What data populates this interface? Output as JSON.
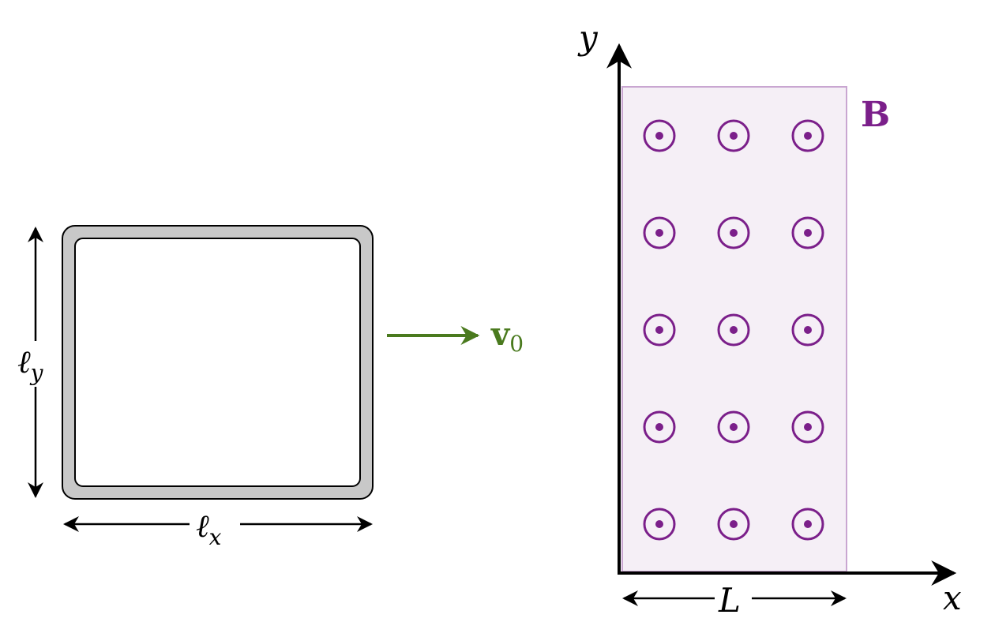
{
  "loop": {
    "width_label_main": "ℓ",
    "width_label_sub": "x",
    "height_label_main": "ℓ",
    "height_label_sub": "y"
  },
  "velocity": {
    "label_main": "v",
    "label_sub": "0",
    "color": "#4a7a1e"
  },
  "field": {
    "label": "B",
    "color": "#7b1f8a",
    "fill_color": "#f5eff6",
    "border_color": "#c9a6d1",
    "direction": "out-of-page",
    "rows": 5,
    "cols": 3
  },
  "axes": {
    "x_label": "x",
    "y_label": "y"
  },
  "region_width_label": "L"
}
